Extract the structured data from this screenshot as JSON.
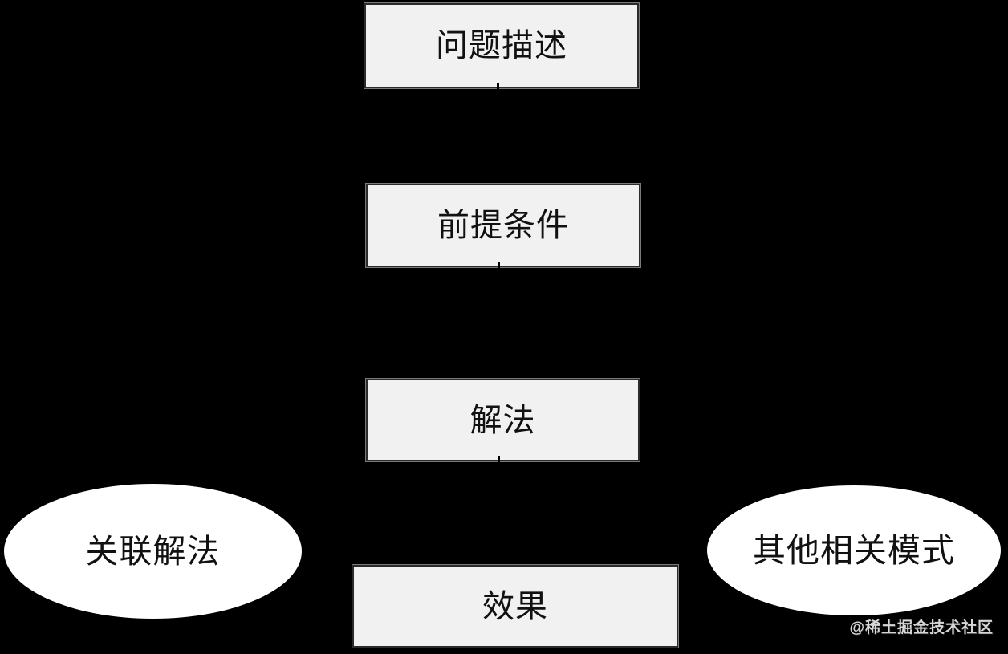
{
  "diagram": {
    "description": "pattern-structure flow diagram",
    "colors": {
      "background": "#000000",
      "box_fill": "#f1f1f1",
      "box_border": "#2b2b2b",
      "ellipse_fill": "#ffffff",
      "ellipse_border": "#000000",
      "text": "#111111"
    },
    "nodes": [
      {
        "id": "problem",
        "shape": "rect",
        "label": "问题描述"
      },
      {
        "id": "precondition",
        "shape": "rect",
        "label": "前提条件"
      },
      {
        "id": "solution",
        "shape": "rect",
        "label": "解法"
      },
      {
        "id": "effect",
        "shape": "rect",
        "label": "效果"
      },
      {
        "id": "related-solutions",
        "shape": "ellipse",
        "label": "关联解法"
      },
      {
        "id": "other-patterns",
        "shape": "ellipse",
        "label": "其他相关模式"
      }
    ],
    "edges": [
      {
        "from": "problem",
        "to": "precondition"
      },
      {
        "from": "precondition",
        "to": "solution"
      },
      {
        "from": "solution",
        "to": "effect"
      }
    ]
  },
  "watermark": {
    "text": "@稀土掘金技术社区"
  }
}
